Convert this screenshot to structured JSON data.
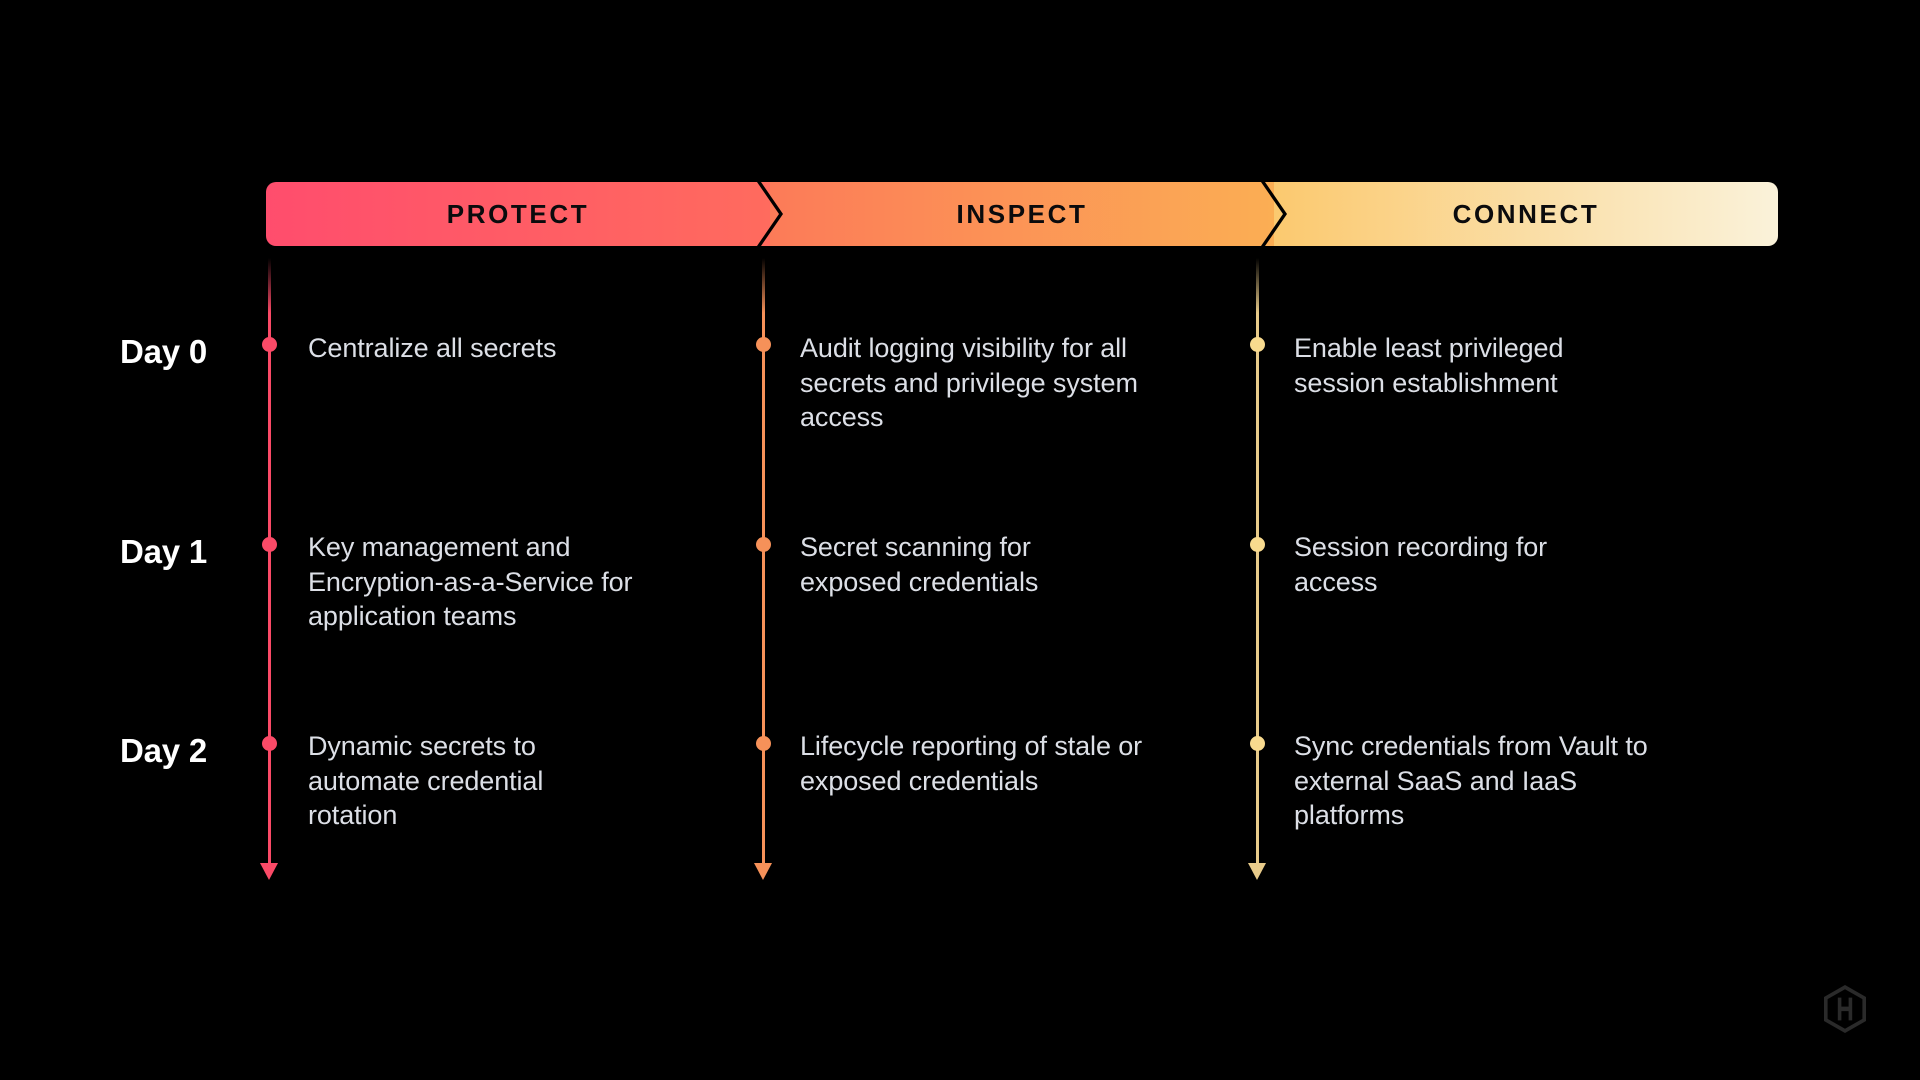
{
  "background_color": "#000000",
  "banner": {
    "phases": [
      {
        "label": "PROTECT",
        "gradient_from": "#FF4D6D",
        "gradient_to": "#FF6B5E",
        "accent": "#FB4A67"
      },
      {
        "label": "INSPECT",
        "gradient_from": "#FC7B58",
        "gradient_to": "#FBAE54",
        "accent": "#F69159"
      },
      {
        "label": "CONNECT",
        "gradient_from": "#FBC96F",
        "gradient_to": "#FAF2DA",
        "accent": "#F8DA8E"
      }
    ]
  },
  "rows": [
    {
      "label": "Day 0"
    },
    {
      "label": "Day 1"
    },
    {
      "label": "Day 2"
    }
  ],
  "columns": [
    {
      "phase": "PROTECT",
      "dot_color": "#FB4A67",
      "line_color": "#FB4A67",
      "items": [
        "Centralize all secrets",
        "Key management and Encryption-as-a-Service for application teams",
        "Dynamic secrets to automate credential rotation"
      ]
    },
    {
      "phase": "INSPECT",
      "dot_color": "#F69159",
      "line_color": "#F69159",
      "items": [
        "Audit logging visibility for all secrets and privilege system access",
        "Secret scanning for exposed credentials",
        "Lifecycle reporting of stale or exposed credentials"
      ]
    },
    {
      "phase": "CONNECT",
      "dot_color": "#F8DA8E",
      "line_color": "#E8CB8A",
      "items": [
        "Enable least privileged session establishment",
        "Session recording for access",
        "Sync credentials from Vault to external SaaS and IaaS platforms"
      ]
    }
  ],
  "logo": {
    "name": "hashicorp-logo",
    "color": "#2A2A2A"
  }
}
